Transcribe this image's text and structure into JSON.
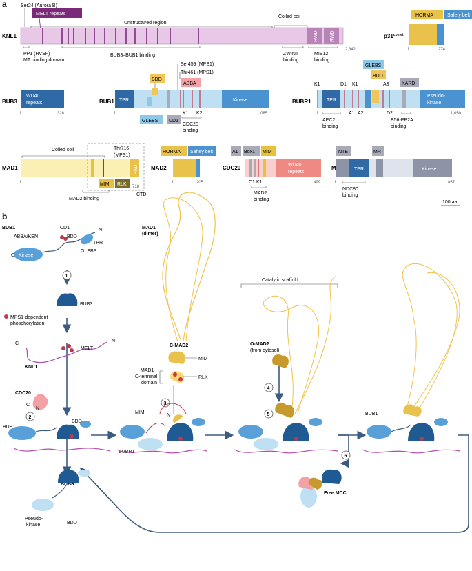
{
  "panels": {
    "a": "a",
    "b": "b"
  },
  "colors": {
    "knl1": "#e7c8e6",
    "knl1_stroke": "#b48ab2",
    "melt": "#7b2a7a",
    "rwd": "#b884b8",
    "wd40": "#2f6aa6",
    "bub1_light": "#bfe0f3",
    "tpr": "#2f6aa6",
    "kinase": "#4a93d0",
    "bdd": "#f0c65a",
    "glebs": "#8ec8e8",
    "cd1": "#a8aab8",
    "abba": "#f2a1a4",
    "red_mark": "#c0394b",
    "mad1": "#fbefb4",
    "mim": "#e8c13c",
    "rlk": "#7a6a2a",
    "horma": "#e9c24b",
    "safety": "#4a93d0",
    "cdc20": "#fbd0cc",
    "cdc20_wd40": "#ee8a83",
    "mps1": "#dfe3ec",
    "mps1_kinase": "#8d94a8",
    "karda": "#a8aab8",
    "protein_dark": "#1f5a93",
    "protein_light": "#5aa0d8",
    "dna": "#b04cab",
    "fiber": "#f0c24a",
    "arrow": "#3d5a80"
  },
  "panel_a": {
    "knl1": {
      "name": "KNL1",
      "length": "2,342",
      "top_label": "Ser24 (Aurora B)",
      "melt_label": "MELT repeats",
      "unstructured": "Unstructured region",
      "coiled_coil": "Coiled coil",
      "rwd1": "RWD",
      "rwd2": "RWD",
      "pp1_line1": "PP1 (RVSF)",
      "pp1_line2": "MT binding domain",
      "bub3_binding": "BUB3–BUB1 binding",
      "zwint_line1": "ZWINT",
      "zwint_line2": "binding",
      "mis12_line1": "MIS12",
      "mis12_line2": "binding"
    },
    "p31": {
      "name": "p31",
      "sup": "comet",
      "horma": "HORMA",
      "safety": "Safety belt",
      "start": "1",
      "end": "274"
    },
    "bub3": {
      "name": "BUB3",
      "domain_line1": "WD40",
      "domain_line2": "repeats",
      "start": "1",
      "end": "328"
    },
    "bub1": {
      "name": "BUB1",
      "tpr": "TPR",
      "kinase": "Kinase",
      "start": "1",
      "end": "1,085",
      "bdd": "BDD",
      "glebs": "GLEBS",
      "cd1": "CD1",
      "abba": "ABBA",
      "ser459": "Ser459 (MPS1)",
      "thr461": "Thr461 (MPS1)",
      "k1": "K1",
      "k2": "K2",
      "cdc20_line1": "CDC20",
      "cdc20_line2": "binding"
    },
    "bubr1": {
      "name": "BUBR1",
      "tpr": "TPR",
      "kinase_line1": "Pseudo-",
      "kinase_line2": "kinase",
      "start": "1",
      "end": "1,050",
      "glebs": "GLEBS",
      "bdd": "BDD",
      "kard": "KARD",
      "k1a": "K1",
      "d1": "D1",
      "k1b": "K1",
      "a1": "A1",
      "a2": "A2",
      "a3": "A3",
      "d2": "D2",
      "apc2_line1": "APC2",
      "apc2_line2": "binding",
      "b56_line1": "B56-PP2A",
      "b56_line2": "binding"
    },
    "mad1": {
      "name": "MAD1",
      "coiled": "Coiled coil",
      "thr716_line1": "Thr716",
      "thr716_line2": "(MPS1)",
      "rwd": "RWD",
      "mim": "MIM",
      "rlk": "RLK",
      "ctd": "CTD",
      "start": "1",
      "end": "718",
      "mad2_binding": "MAD2 binding"
    },
    "mad2": {
      "name": "MAD2",
      "horma": "HORMA",
      "safety": "Saftey belt",
      "start": "1",
      "end": "205"
    },
    "cdc20": {
      "name": "CDC20",
      "a1": "A1",
      "box1": "Box1",
      "mim": "MIM",
      "wd40_line1": "WD40",
      "wd40_line2": "repeats",
      "c1": "C1",
      "k1": "K1",
      "start": "1",
      "end": "499",
      "mad2_line1": "MAD2",
      "mad2_line2": "binding"
    },
    "mps1": {
      "name": "MPS1",
      "nte": "NTE",
      "mr": "MR",
      "tpr": "TPR",
      "kinase": "Kinase",
      "start": "1",
      "end": "857",
      "ndc80_line1": "NDC80",
      "ndc80_line2": "binding"
    },
    "scale": "100 aa"
  },
  "panel_b": {
    "bub1": "BUB1",
    "c": "C",
    "n": "N",
    "kinase": "Kinase",
    "abba_ken": "ABBA/KEN",
    "cd1": "CD1",
    "bdd": "BDD",
    "tpr": "TPR",
    "glebs": "GLEBS",
    "step1": "1",
    "bub3": "BUB3",
    "mps1_phos_line1": "MPS1-dependent",
    "mps1_phos_line2": "phosphorylation",
    "c2": "C",
    "n2": "N",
    "melt": "MELT",
    "knl1": "KNL1",
    "cdc20": "CDC20",
    "cdc20_c": "C",
    "cdc20_n": "N",
    "step2": "2",
    "bub1_b": "BUB1",
    "bdd_b": "BDD",
    "bubr1": "BUBR1",
    "pseudo_line1": "Pseudo-",
    "pseudo_line2": "kinase",
    "bdd_c": "BDD",
    "mad1_line1": "MAD1",
    "mad1_line2": "(dimer)",
    "cmad2": "C-MAD2",
    "mim": "MIM",
    "mad1ct_line1": "MAD1",
    "mad1ct_line2": "C-terminal",
    "mad1ct_line3": "domain",
    "rlk": "RLK",
    "step3": "3",
    "mim2": "MIM",
    "n3": "N",
    "bubr1_2": "BUBR1",
    "catalytic": "Catalytic scaffold",
    "omad2": "O-MAD2",
    "omad2_sub": "(from cytosol)",
    "step4": "4",
    "step5": "5",
    "step6": "6",
    "free_mcc": "Free MCC",
    "bub1_c": "BUB1"
  }
}
